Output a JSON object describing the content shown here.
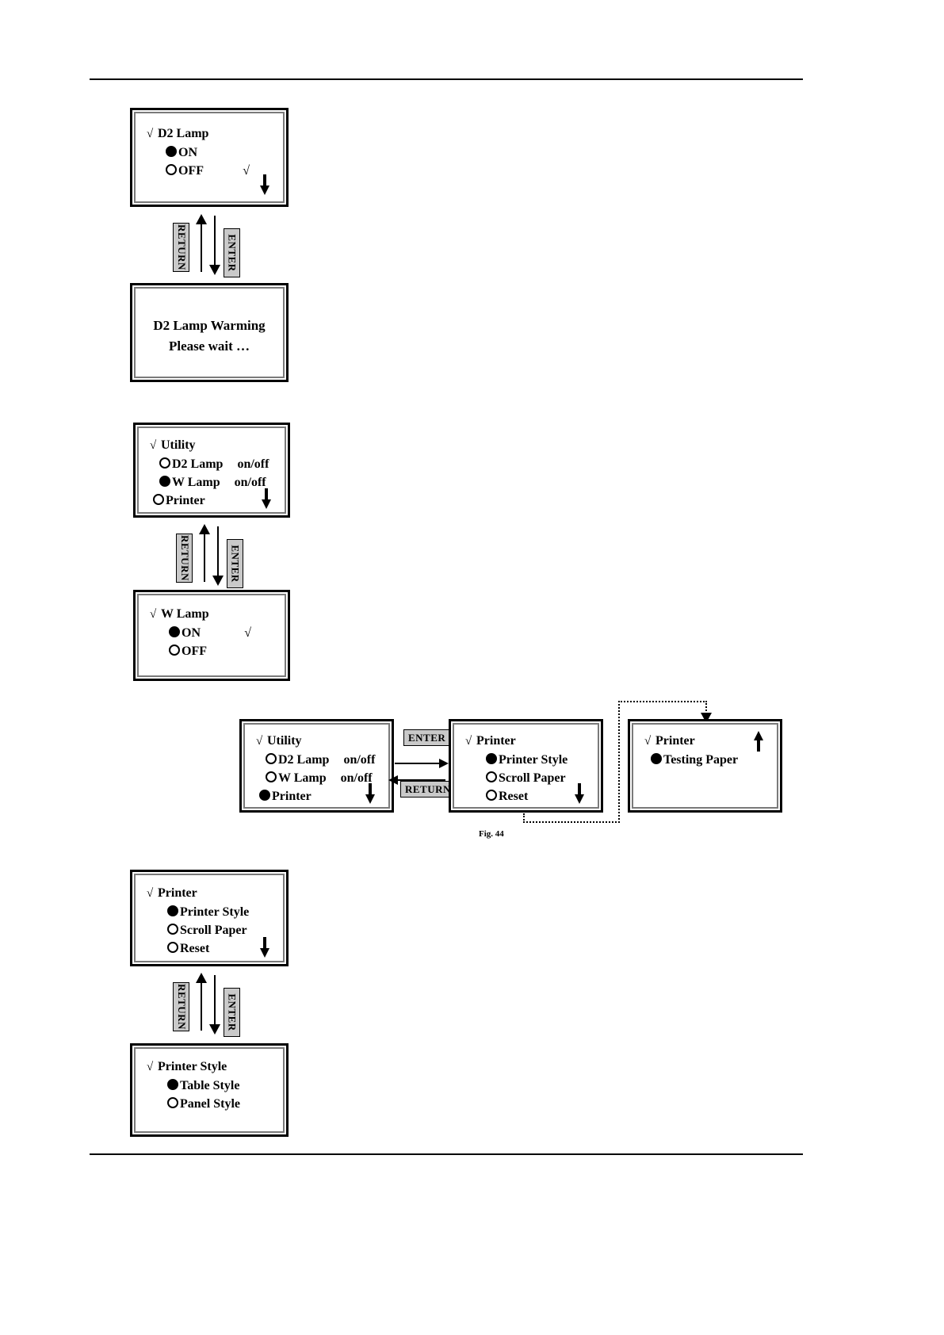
{
  "figure": {
    "caption": "Fig. 44"
  },
  "glyphs": {
    "check": "√",
    "down_arrow": "down-arrow",
    "up_arrow": "up-arrow"
  },
  "keys": {
    "return": "RETURN",
    "enter": "ENTER"
  },
  "panels": {
    "d2_lamp": {
      "title": "D2 Lamp",
      "items": [
        {
          "label": "ON",
          "selected": true,
          "tick": ""
        },
        {
          "label": "OFF",
          "selected": false,
          "tick": "√"
        }
      ],
      "scroll_indicator": "down-arrow"
    },
    "d2_warming": {
      "line1": "D2 Lamp Warming",
      "line2": "Please wait …"
    },
    "utility_a": {
      "title": "Utility",
      "items": [
        {
          "label": "D2 Lamp",
          "value": "on/off",
          "selected": false
        },
        {
          "label": "W Lamp",
          "value": "on/off",
          "selected": true
        },
        {
          "label": "Printer",
          "value": "",
          "selected": false
        }
      ],
      "scroll_indicator": "down-arrow"
    },
    "w_lamp": {
      "title": "W Lamp",
      "items": [
        {
          "label": "ON",
          "selected": true,
          "tick": "√"
        },
        {
          "label": "OFF",
          "selected": false,
          "tick": ""
        }
      ]
    },
    "utility_b": {
      "title": "Utility",
      "items": [
        {
          "label": "D2 Lamp",
          "value": "on/off",
          "selected": false
        },
        {
          "label": "W Lamp",
          "value": "on/off",
          "selected": false
        },
        {
          "label": "Printer",
          "value": "",
          "selected": true
        }
      ],
      "scroll_indicator": "down-arrow"
    },
    "printer_fig": {
      "title": "Printer",
      "items": [
        {
          "label": "Printer Style",
          "selected": true
        },
        {
          "label": "Scroll Paper",
          "selected": false
        },
        {
          "label": "Reset",
          "selected": false
        }
      ],
      "scroll_indicator": "down-arrow"
    },
    "printer_testing": {
      "title": "Printer",
      "items": [
        {
          "label": "Testing Paper",
          "selected": true
        }
      ],
      "scroll_indicator": "up-arrow"
    },
    "printer_menu": {
      "title": "Printer",
      "items": [
        {
          "label": "Printer Style",
          "selected": true
        },
        {
          "label": "Scroll Paper",
          "selected": false
        },
        {
          "label": "Reset",
          "selected": false
        }
      ],
      "scroll_indicator": "down-arrow"
    },
    "printer_style": {
      "title": "Printer Style",
      "items": [
        {
          "label": "Table Style",
          "selected": true
        },
        {
          "label": "Panel Style",
          "selected": false
        }
      ]
    }
  }
}
